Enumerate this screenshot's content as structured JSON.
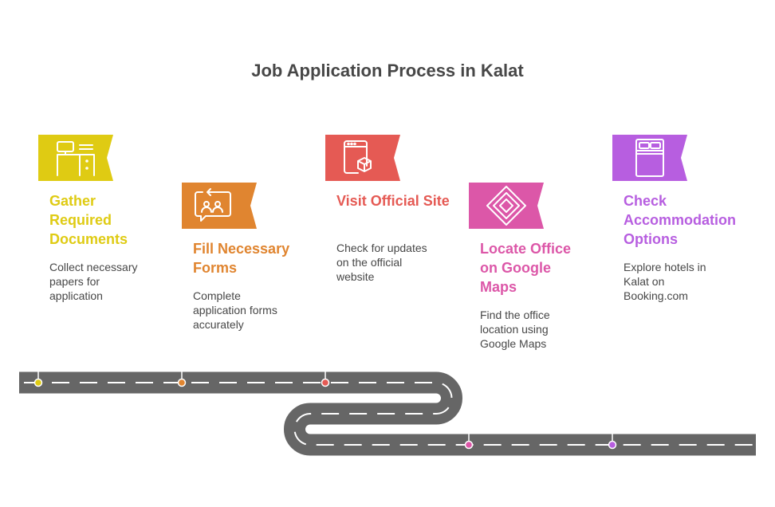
{
  "title": "Job Application Process in Kalat",
  "steps": [
    {
      "title": "Gather Required Documents",
      "description": "Collect necessary papers for application",
      "color": "#DFCB13",
      "icon": "desk-icon"
    },
    {
      "title": "Fill Necessary Forms",
      "description": "Complete application forms accurately",
      "color": "#E08530",
      "icon": "chat-people-icon"
    },
    {
      "title": "Visit Official Site",
      "description": "Check for updates on the official website",
      "color": "#E55A54",
      "icon": "browser-box-icon"
    },
    {
      "title": "Locate Office on Google Maps",
      "description": "Find the office location using Google Maps",
      "color": "#DC57A8",
      "icon": "diamond-layers-icon"
    },
    {
      "title": "Check Accommodation Options",
      "description": "Explore hotels in Kalat on Booking.com",
      "color": "#B75EE0",
      "icon": "bed-icon"
    }
  ]
}
